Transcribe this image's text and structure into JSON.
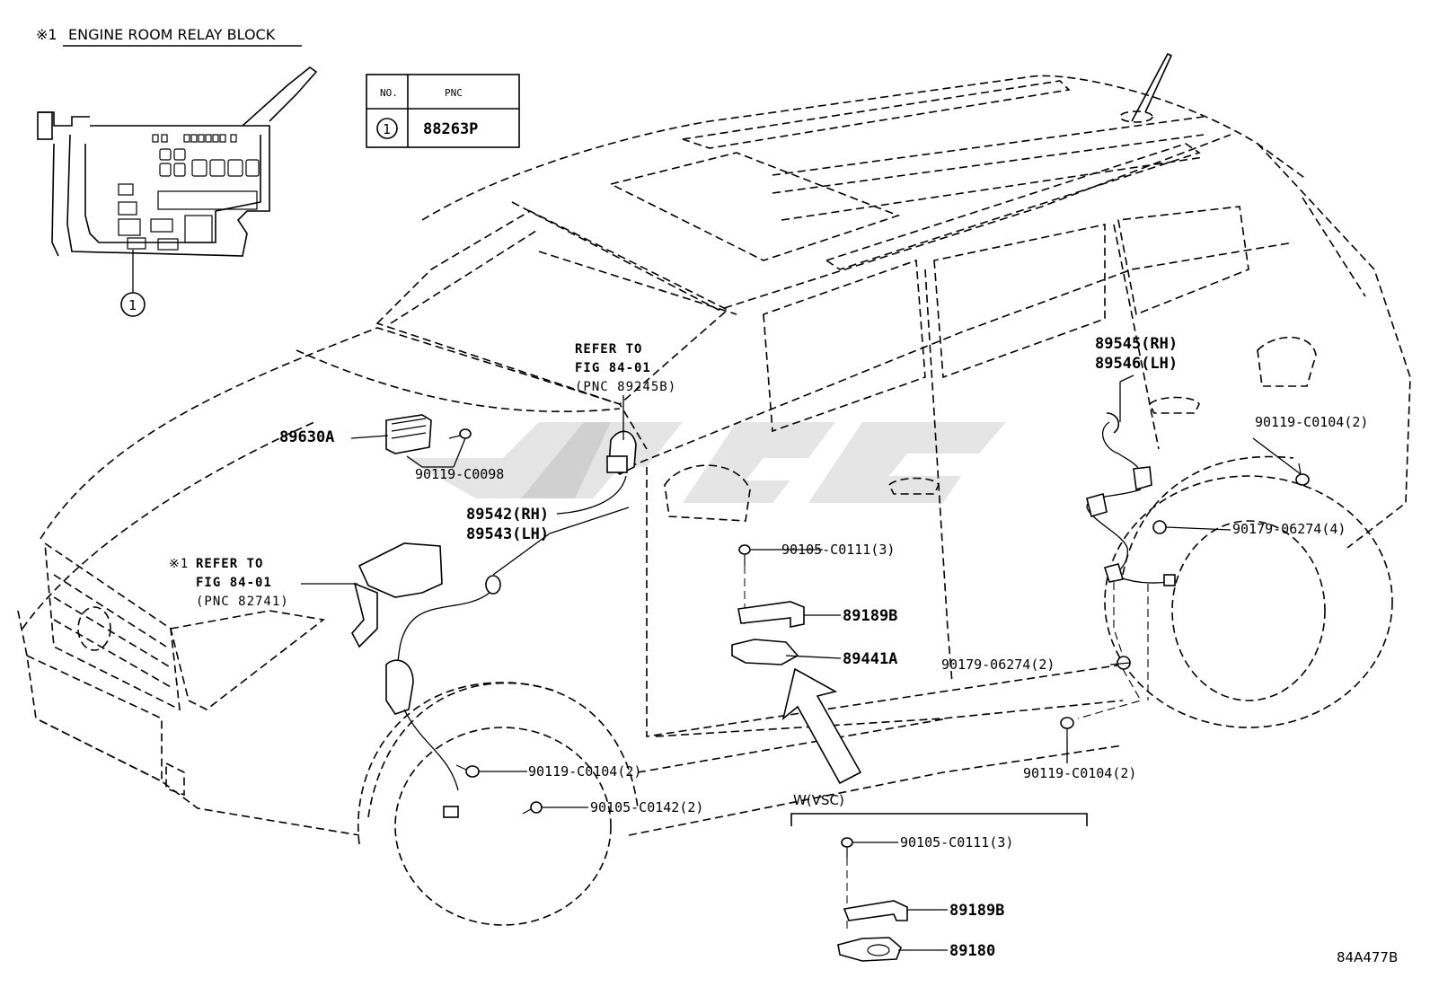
{
  "header": {
    "note_mark": "※1",
    "title": "ENGINE ROOM RELAY BLOCK"
  },
  "pnc_table": {
    "col_no": "NO.",
    "col_pnc": "PNC",
    "rows": [
      {
        "no": "1",
        "pnc": "88263P"
      }
    ]
  },
  "relay_block_callout": "1",
  "parts": {
    "p89545": "89545(RH)",
    "p89546": "89546(LH)",
    "p89630A": "89630A",
    "p90119_C0098": "90119-C0098",
    "p89542": "89542(RH)",
    "p89543": "89543(LH)",
    "p90119_C0104_rr": "90119-C0104(2)",
    "p90179_06274_4": "90179-06274(4)",
    "p90105_C0111": "90105-C0111(3)",
    "p89189B": "89189B",
    "p89441A": "89441A",
    "p90179_06274_2": "90179-06274(2)",
    "p90119_C0104_fr": "90119-C0104(2)",
    "p90105_C0142": "90105-C0142(2)",
    "p90119_C0104_bot": "90119-C0104(2)",
    "vsc_90105_C0111": "90105-C0111(3)",
    "vsc_89189B": "89189B",
    "vsc_89180": "89180"
  },
  "refer_top": {
    "l1": "REFER TO",
    "l2": "FIG 84-01",
    "l3": "(PNC 89245B)"
  },
  "refer_left": {
    "mark": "※1",
    "l1": "REFER TO",
    "l2": "FIG 84-01",
    "l3": "(PNC 82741)"
  },
  "vsc_label": "W(VSC)",
  "figure_code": "84A477B"
}
